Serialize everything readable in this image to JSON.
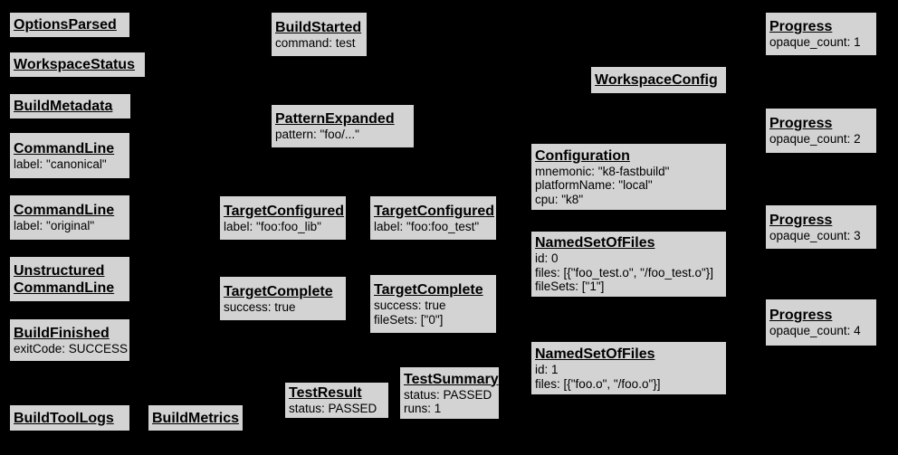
{
  "colors": {
    "background": "#000000",
    "node_fill": "#d3d3d3",
    "node_border": "#000000",
    "node_text": "#000000"
  },
  "nodes": {
    "options_parsed": {
      "title": "OptionsParsed"
    },
    "workspace_status": {
      "title": "WorkspaceStatus"
    },
    "build_metadata": {
      "title": "BuildMetadata"
    },
    "command_line_canonical": {
      "title": "CommandLine",
      "line1": "label: \"canonical\""
    },
    "command_line_original": {
      "title": "CommandLine",
      "line1": "label: \"original\""
    },
    "unstructured_command_line": {
      "title_line1": "Unstructured",
      "title_line2": "CommandLine"
    },
    "build_finished": {
      "title": "BuildFinished",
      "line1": "exitCode: SUCCESS"
    },
    "build_tool_logs": {
      "title": "BuildToolLogs"
    },
    "build_metrics": {
      "title": "BuildMetrics"
    },
    "build_started": {
      "title": "BuildStarted",
      "line1": "command: test"
    },
    "pattern_expanded": {
      "title": "PatternExpanded",
      "line1": "pattern: \"foo/...\""
    },
    "target_configured_lib": {
      "title": "TargetConfigured",
      "line1": "label: \"foo:foo_lib\""
    },
    "target_configured_test": {
      "title": "TargetConfigured",
      "line1": "label: \"foo:foo_test\""
    },
    "target_complete_lib": {
      "title": "TargetComplete",
      "line1": "success: true"
    },
    "target_complete_test": {
      "title": "TargetComplete",
      "line1": "success: true",
      "line2": "fileSets: [\"0\"]"
    },
    "test_result": {
      "title": "TestResult",
      "line1": "status: PASSED"
    },
    "test_summary": {
      "title": "TestSummary",
      "line1": "status: PASSED",
      "line2": "runs: 1"
    },
    "workspace_config": {
      "title": "WorkspaceConfig"
    },
    "configuration": {
      "title": "Configuration",
      "line1": "mnemonic: \"k8-fastbuild\"",
      "line2": "platformName: \"local\"",
      "line3": "cpu: \"k8\""
    },
    "named_set_of_files_0": {
      "title": "NamedSetOfFiles",
      "line1": "id: 0",
      "line2": "files: [{\"foo_test.o\", \"/foo_test.o\"}]",
      "line3": "fileSets: [\"1\"]"
    },
    "named_set_of_files_1": {
      "title": "NamedSetOfFiles",
      "line1": "id: 1",
      "line2": "files: [{\"foo.o\", \"/foo.o\"}]"
    },
    "progress_1": {
      "title": "Progress",
      "line1": "opaque_count: 1"
    },
    "progress_2": {
      "title": "Progress",
      "line1": "opaque_count: 2"
    },
    "progress_3": {
      "title": "Progress",
      "line1": "opaque_count: 3"
    },
    "progress_4": {
      "title": "Progress",
      "line1": "opaque_count: 4"
    }
  }
}
